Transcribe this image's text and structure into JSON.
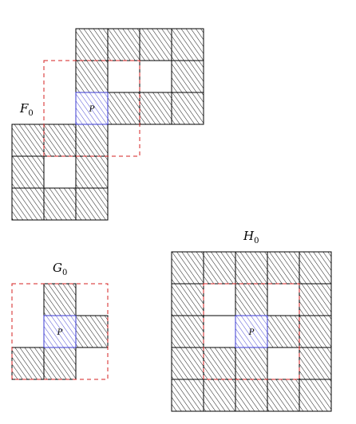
{
  "figures": {
    "F": {
      "label_main": "F",
      "label_sub": "0",
      "hatched_color": "#000000",
      "center_label": "P",
      "dashed_color": "#d62020"
    },
    "G": {
      "label_main": "G",
      "label_sub": "0",
      "center_label": "P",
      "dashed_color": "#d62020"
    },
    "H": {
      "label_main": "H",
      "label_sub": "0",
      "center_label": "P",
      "dashed_color": "#d62020"
    }
  },
  "colors": {
    "hatch": "#000000",
    "blue_hatch": "#3a3ad0",
    "dashed": "#d62020"
  }
}
